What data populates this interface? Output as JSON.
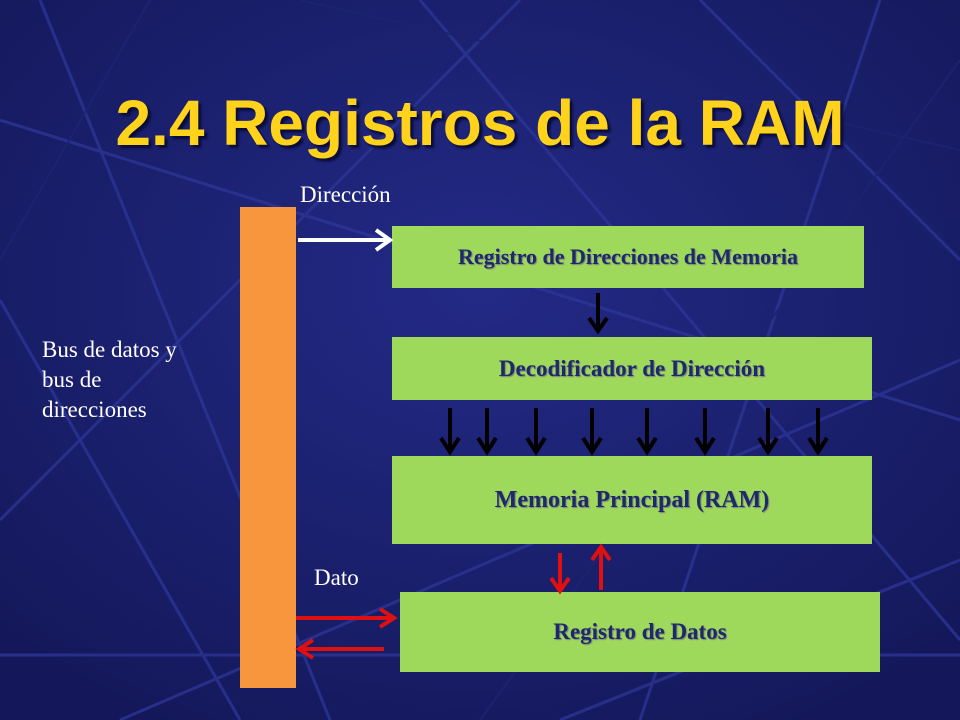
{
  "title": "2.4 Registros de la RAM",
  "labels": {
    "direccion": "Dirección",
    "dato": "Dato",
    "bus": [
      "Bus de datos y",
      "bus de",
      "direcciones"
    ]
  },
  "boxes": {
    "rdm": "Registro de Direcciones de Memoria",
    "decoder": "Decodificador de Dirección",
    "ram": "Memoria Principal (RAM)",
    "rdd": "Registro de Datos"
  },
  "colors": {
    "background": "#1a1f6e",
    "title": "#ffd21c",
    "bus": "#f7963c",
    "box": "#9fd95c",
    "box_text": "#1c2a6a",
    "arrow_black": "#000000",
    "arrow_white": "#ffffff",
    "arrow_red": "#e01010"
  }
}
